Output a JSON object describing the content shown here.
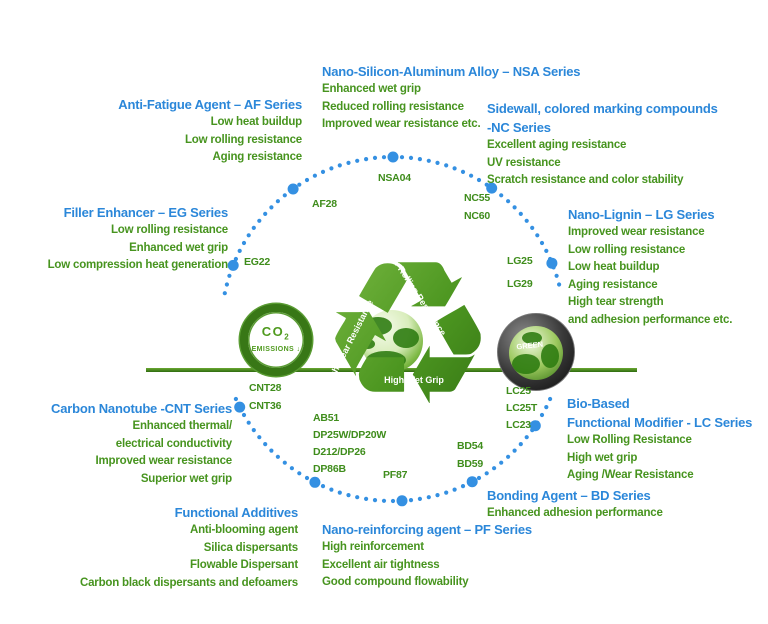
{
  "colors": {
    "heading_blue": "#2b87d9",
    "body_green": "#47941f",
    "dot_blue": "#3490e2",
    "line_green": "#3c7d15"
  },
  "center": {
    "arrow_labels": [
      "High Wear Resistance",
      "Low Rolling Resistance",
      "High Wet Grip"
    ],
    "co2_badge": {
      "main": "CO",
      "sub": "2",
      "line2": "EMISSIONS",
      "arrow": "↓"
    },
    "tire_badge_label": "GREEN"
  },
  "groups": [
    {
      "id": "nsa",
      "heading_lines": [
        "Nano-Silicon-Aluminum Alloy – NSA Series"
      ],
      "benefits": [
        "Enhanced wet grip",
        "Reduced rolling resistance",
        "Improved wear resistance etc."
      ]
    },
    {
      "id": "af",
      "heading_lines": [
        "Anti-Fatigue Agent  – AF Series"
      ],
      "benefits": [
        "Low heat buildup",
        "Low rolling resistance",
        "Aging resistance"
      ]
    },
    {
      "id": "eg",
      "heading_lines": [
        "Filler  Enhancer  – EG Series"
      ],
      "benefits": [
        "Low rolling resistance",
        "Enhanced wet grip",
        "Low compression heat generation"
      ]
    },
    {
      "id": "nc",
      "heading_lines": [
        "Sidewall, colored marking compounds",
        "-NC Series"
      ],
      "benefits": [
        "Excellent aging resistance",
        "UV resistance",
        "Scratch resistance and color stability"
      ]
    },
    {
      "id": "lg",
      "heading_lines": [
        "Nano-Lignin –  LG Series"
      ],
      "benefits": [
        "Improved wear resistance",
        "Low rolling resistance",
        "Low heat buildup",
        "Aging resistance",
        "High tear strength",
        "and adhesion performance etc."
      ]
    },
    {
      "id": "cnt",
      "heading_lines": [
        "Carbon Nanotube -CNT Series"
      ],
      "benefits": [
        "Enhanced thermal/",
        "electrical conductivity",
        "Improved wear resistance",
        "Superior wet grip"
      ]
    },
    {
      "id": "fa",
      "heading_lines": [
        "Functional Additives"
      ],
      "benefits": [
        "Anti-blooming agent",
        "Silica dispersants",
        "Flowable Dispersant",
        "Carbon black dispersants and defoamers"
      ]
    },
    {
      "id": "pf",
      "heading_lines": [
        "Nano-reinforcing agent – PF Series"
      ],
      "benefits": [
        "High reinforcement",
        "Excellent air tightness",
        "Good compound flowability"
      ]
    },
    {
      "id": "lc",
      "heading_lines": [
        "Bio-Based",
        "Functional Modifier - LC Series"
      ],
      "benefits": [
        "Low Rolling Resistance",
        "High wet grip",
        "Aging /Wear Resistance"
      ]
    },
    {
      "id": "bd",
      "heading_lines": [
        "Bonding Agent – BD Series"
      ],
      "benefits": [
        "Enhanced adhesion performance"
      ]
    }
  ],
  "code_labels": [
    "NSA04",
    "AF28",
    "EG22",
    "NC55",
    "NC60",
    "LG25",
    "LG29",
    "CNT28",
    "CNT36",
    "AB51",
    "DP25W/DP20W",
    "D212/DP26",
    "DP86B",
    "PF87",
    "LC25",
    "LC25T",
    "LC23",
    "BD54",
    "BD59"
  ]
}
